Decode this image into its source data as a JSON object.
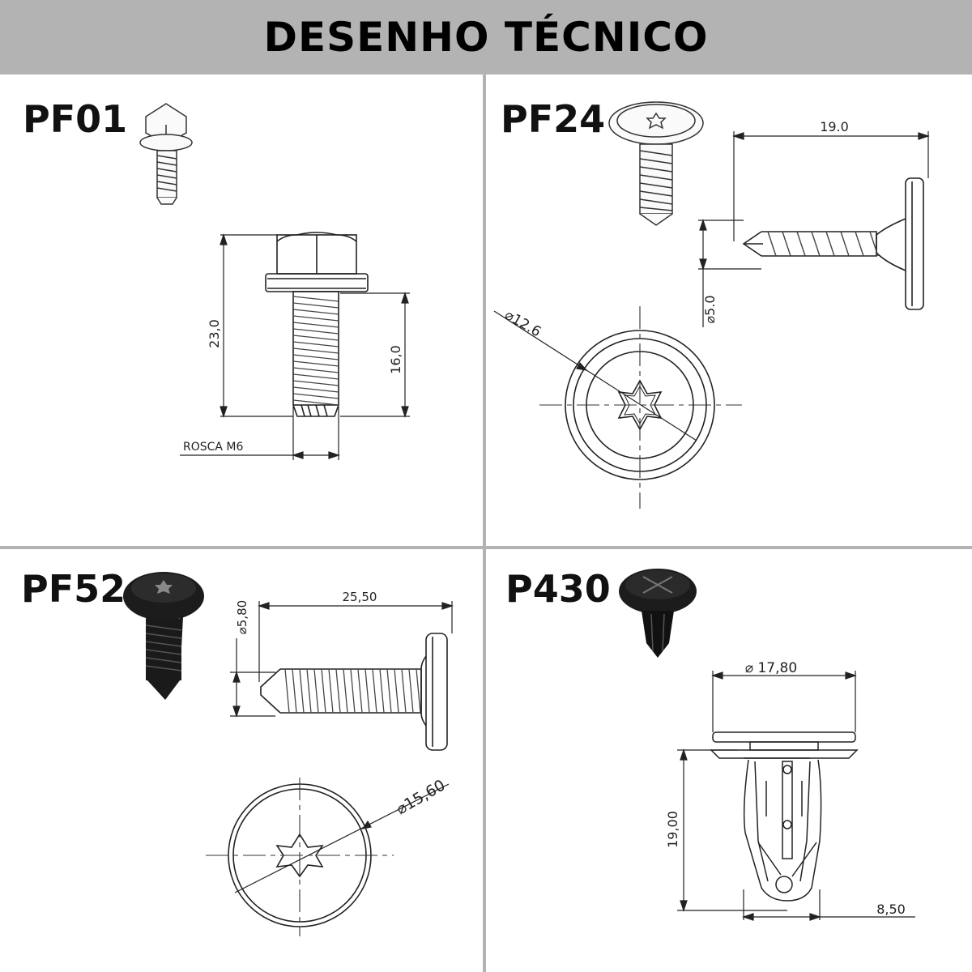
{
  "title": "DESENHO TÉCNICO",
  "parts": [
    {
      "code": "PF01",
      "dims": {
        "total_length": "23,0",
        "thread_length": "16,0",
        "thread": "ROSCA M6"
      }
    },
    {
      "code": "PF24",
      "dims": {
        "length": "19.0",
        "shank_diameter": "⌀5.0",
        "head_diameter": "⌀12.6"
      }
    },
    {
      "code": "PF52",
      "dims": {
        "length": "25,50",
        "shank_diameter": "⌀5,80",
        "head_diameter": "⌀15,60"
      }
    },
    {
      "code": "P430",
      "dims": {
        "head_diameter": "⌀ 17,80",
        "length": "19,00",
        "body_width": "8,50"
      }
    }
  ],
  "colors": {
    "header_bg": "#b3b3b3",
    "divider": "#b3b3b3",
    "line": "#222222"
  }
}
